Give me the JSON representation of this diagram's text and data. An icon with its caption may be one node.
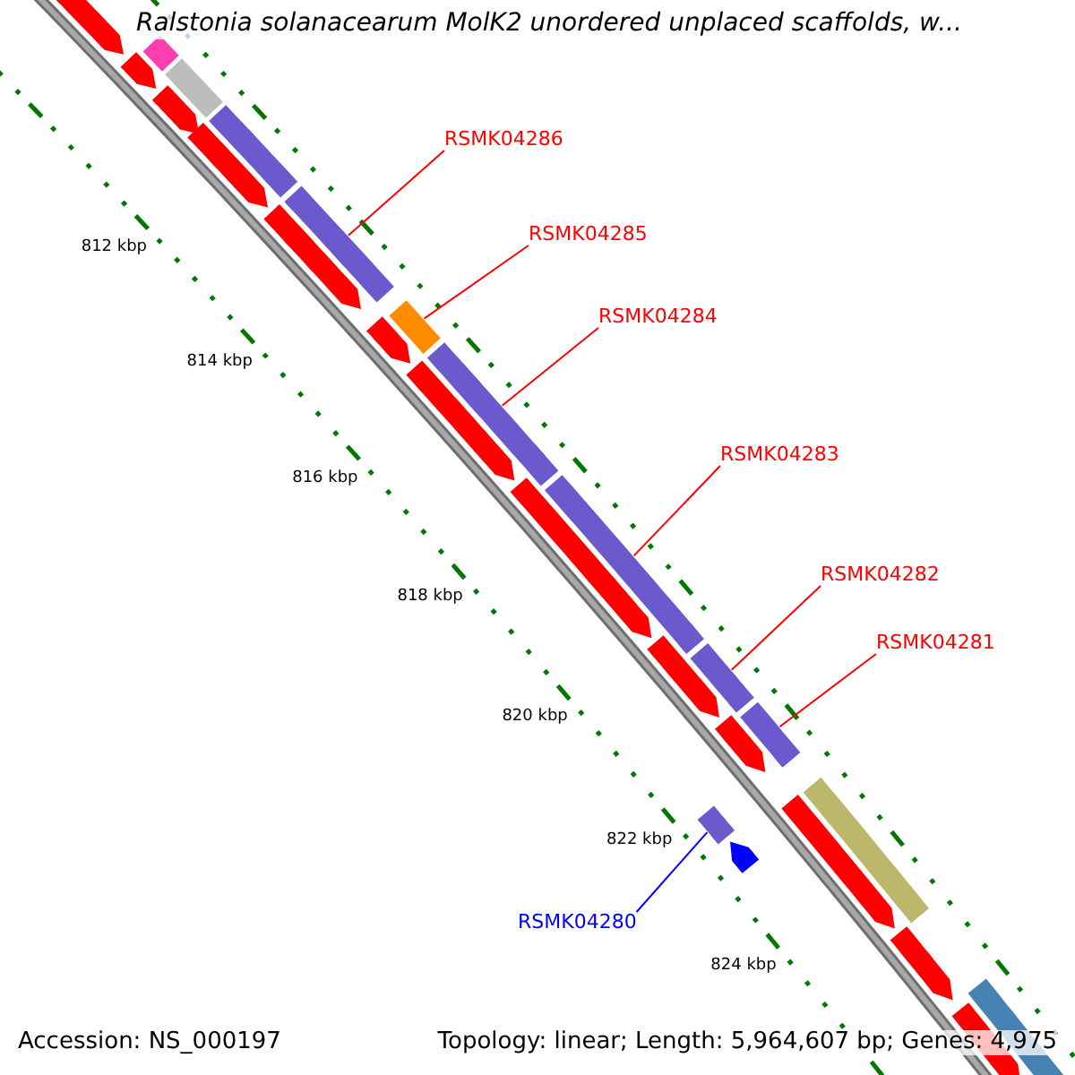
{
  "diagram": {
    "title": "Ralstonia solanacearum MolK2 unordered unplaced scaffolds, w...",
    "nodes": [
      {
        "text": [
          "RSMK04286"
        ]
      },
      {
        "text": [
          "RSMK04285"
        ]
      },
      {
        "text": [
          "RSMK04284"
        ]
      },
      {
        "text": [
          "RSMK04283"
        ]
      },
      {
        "text": [
          "RSMK04282"
        ]
      },
      {
        "text": [
          "RSMK04281"
        ]
      },
      {
        "text": [
          "RSMK04280"
        ]
      },
      {
        "text": [],
        "shape": "arrow"
      },
      {
        "text": [],
        "shape": "arrow"
      },
      {
        "text": [],
        "shape": "bar"
      },
      {
        "text": [],
        "shape": "bar"
      },
      {
        "text": [],
        "shape": "arrow"
      },
      {
        "text": [],
        "shape": "arrow"
      },
      {
        "text": [],
        "shape": "bar"
      },
      {
        "text": [],
        "shape": "arrow"
      },
      {
        "text": [],
        "shape": "bar"
      },
      {
        "text": [],
        "shape": "arrow"
      },
      {
        "text": [],
        "shape": "bar"
      },
      {
        "text": [],
        "shape": "arrow"
      },
      {
        "text": [],
        "shape": "bar"
      },
      {
        "text": [],
        "shape": "arrow"
      },
      {
        "text": [],
        "shape": "bar"
      },
      {
        "text": [],
        "shape": "arrow"
      },
      {
        "text": [],
        "shape": "bar"
      },
      {
        "text": [],
        "shape": "arrow"
      },
      {
        "text": [],
        "shape": "bar"
      },
      {
        "text": [],
        "shape": "bar"
      },
      {
        "text": [],
        "shape": "arrow"
      },
      {
        "text": [],
        "shape": "arrow"
      },
      {
        "text": [],
        "shape": "bar"
      },
      {
        "text": [],
        "shape": "arrow"
      },
      {
        "text": [],
        "shape": "bar"
      },
      {
        "text": [],
        "shape": "arrow"
      }
    ],
    "edges": [
      {
        "from": 0,
        "to": 15,
        "arrow": "none"
      },
      {
        "from": 1,
        "to": 17,
        "arrow": "none"
      },
      {
        "from": 2,
        "to": 19,
        "arrow": "none"
      },
      {
        "from": 3,
        "to": 21,
        "arrow": "none"
      },
      {
        "from": 4,
        "to": 23,
        "arrow": "none"
      },
      {
        "from": 5,
        "to": 25,
        "arrow": "none"
      },
      {
        "from": 6,
        "to": 26,
        "arrow": "none",
        "color": "#0000ff"
      }
    ],
    "labels": [
      "812 kbp",
      "814 kbp",
      "816 kbp",
      "818 kbp",
      "820 kbp",
      "822 kbp",
      "824 kbp",
      "Accession: NS_000197",
      "Topology: linear; Length: 5,964,607 bp; Genes: 4,975"
    ]
  }
}
